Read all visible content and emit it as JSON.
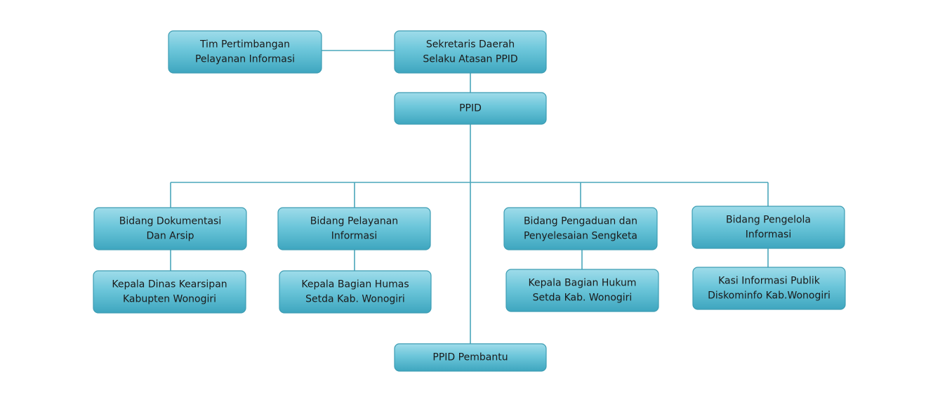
{
  "colors": {
    "connector": "#4aa7bb",
    "box_top": "#9fdcea",
    "box_mid": "#5fc0d6",
    "box_bottom": "#3ea6bf",
    "box_border": "#3d9db3",
    "text": "#1a1a1a"
  },
  "nodes": {
    "tim": {
      "lines": [
        "Tim Pertimbangan",
        "Pelayanan Informasi"
      ]
    },
    "sekda": {
      "lines": [
        "Sekretaris Daerah",
        "Selaku Atasan PPID"
      ]
    },
    "ppid": {
      "lines": [
        "PPID"
      ]
    },
    "dokumentasi": {
      "lines": [
        "Bidang Dokumentasi",
        "Dan Arsip"
      ]
    },
    "pelayanan": {
      "lines": [
        "Bidang Pelayanan",
        "Informasi"
      ]
    },
    "pengaduan": {
      "lines": [
        "Bidang Pengaduan dan",
        "Penyelesaian Sengketa"
      ]
    },
    "pengelola": {
      "lines": [
        "Bidang Pengelola",
        "Informasi"
      ]
    },
    "kearsipan": {
      "lines": [
        "Kepala Dinas Kearsipan",
        "Kabupten Wonogiri"
      ]
    },
    "humas": {
      "lines": [
        "Kepala Bagian Humas",
        "Setda Kab. Wonogiri"
      ]
    },
    "hukum": {
      "lines": [
        "Kepala Bagian Hukum",
        "Setda Kab. Wonogiri"
      ]
    },
    "kasi": {
      "lines": [
        "Kasi Informasi Publik",
        "Diskominfo Kab.Wonogiri"
      ]
    },
    "pembantu": {
      "lines": [
        "PPID Pembantu"
      ]
    }
  }
}
